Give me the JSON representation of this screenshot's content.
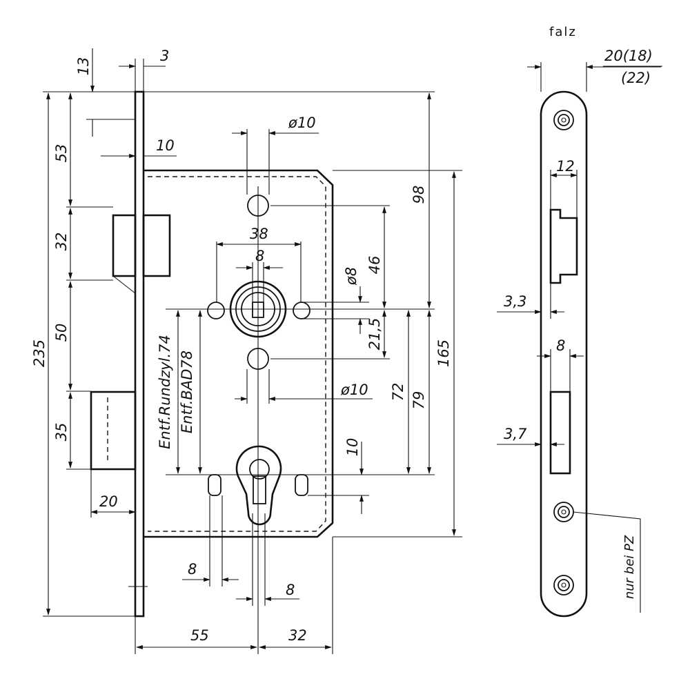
{
  "drawing": {
    "front_view": {
      "dims": {
        "d13": "13",
        "d3": "3",
        "d53": "53",
        "d10_top": "10",
        "d32_left": "32",
        "d50": "50",
        "d235": "235",
        "d35": "35",
        "d20": "20",
        "d10_dia_top": "ø10",
        "d38": "38",
        "d8_top": "8",
        "d8_dia": "ø8",
        "d46": "46",
        "d21_5": "21,5",
        "d98": "98",
        "d165": "165",
        "d10_dia_mid": "ø10",
        "d72": "72",
        "d79": "79",
        "d10_cyl": "10",
        "d8_bottom_left": "8",
        "d8_bottom_mid": "8",
        "d55": "55",
        "d32_bottom": "32"
      },
      "notes": {
        "entf_rundzyl": "Entf.Rundzyl.74",
        "entf_bad": "Entf.BAD78"
      }
    },
    "side_view": {
      "falz_label": "falz",
      "falz_dim": "20(18)",
      "falz_dim_alt": "(22)",
      "d12": "12",
      "d3_3": "3,3",
      "d8": "8",
      "d3_7": "3,7",
      "note_pz": "nur bei PZ"
    }
  }
}
